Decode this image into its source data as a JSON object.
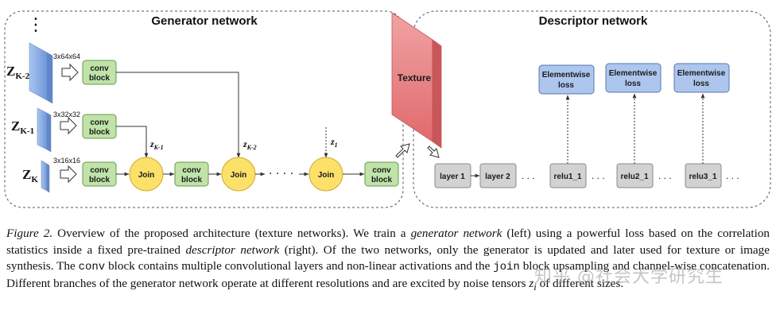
{
  "generator": {
    "title": "Generator network",
    "vdots": "⋮",
    "inputs": [
      {
        "z_main": "Z",
        "z_sub": "K-2",
        "size": "3x64x64"
      },
      {
        "z_main": "Z",
        "z_sub": "K-1",
        "size": "3x32x32"
      },
      {
        "z_main": "Z",
        "z_sub": "K",
        "size": "3x16x16"
      }
    ],
    "conv_label_1": "conv",
    "conv_label_2": "block",
    "join_label": "Join",
    "noise_labels": [
      {
        "main": "z",
        "sub": "K-1"
      },
      {
        "main": "z",
        "sub": "K-2"
      },
      {
        "main": "z",
        "sub": "1"
      }
    ],
    "ellipsis": "· · · ·"
  },
  "texture_label": "Texture",
  "descriptor": {
    "title": "Descriptor network",
    "layers": [
      "layer 1",
      "layer 2",
      "relu1_1",
      "relu2_1",
      "relu3_1"
    ],
    "loss_label_1": "Elementwise",
    "loss_label_2": "loss",
    "ellipsis": ". . ."
  },
  "caption": {
    "fig_label": "Figure 2.",
    "t1": " Overview of the proposed architecture (texture networks). We train a ",
    "gen": "generator network",
    "t2": " (left) using a powerful loss based on the correlation statistics inside a fixed pre-trained ",
    "desc": "descriptor network",
    "t3": " (right).  Of the two networks, only the generator is updated and later used for texture or image synthesis.  The ",
    "conv": "conv",
    "t4": " block contains multiple convolutional layers and non-linear activations and the ",
    "join": "join",
    "t5": " block upsampling and channel-wise concatenation. Different branches of the generator network operate at different resolutions and are excited by noise tensors ",
    "zi": "z",
    "zi_sub": "i",
    "t6": " of different sizes."
  },
  "watermark": "知乎 @社会大学研究生",
  "colors": {
    "conv_fill": "#bfe3a9",
    "conv_stroke": "#6a9a4c",
    "join_fill": "#fbe16a",
    "join_stroke": "#d2a62c",
    "loss_fill": "#adc6ee",
    "loss_stroke": "#5877ad",
    "layer_fill": "#d2d2d2",
    "layer_stroke": "#8a8a8a",
    "texture_fill": "#e9888a",
    "tensor_fill": "#8fb2e9"
  }
}
